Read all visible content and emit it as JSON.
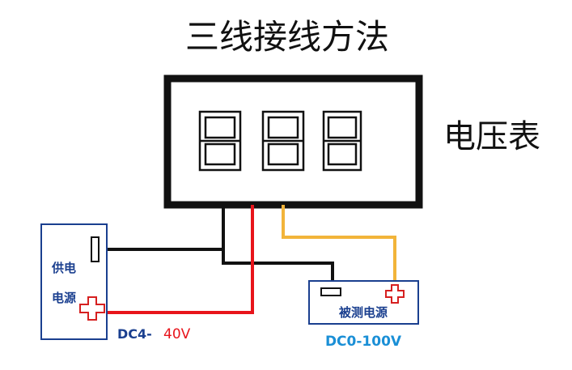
{
  "title": "三线接线方法",
  "meter_label": "电压表",
  "power_supply": {
    "label_line1": "供电",
    "label_line2": "电源",
    "range_prefix": "DC4-",
    "range_value": "40V"
  },
  "measured_source": {
    "label": "被测电源",
    "range": "DC0-100V"
  },
  "colors": {
    "black_wire": "#111111",
    "red_wire": "#e8141b",
    "yellow_wire": "#f2b43a",
    "red_text": "#e8141b",
    "blue_text": "#1a3f8f",
    "cyan_text": "#1a8fd6",
    "plus_outline": "#d62020",
    "frame": "#111111"
  },
  "icons": {
    "plus": "plus-terminal-icon",
    "minus": "minus-terminal-icon"
  }
}
